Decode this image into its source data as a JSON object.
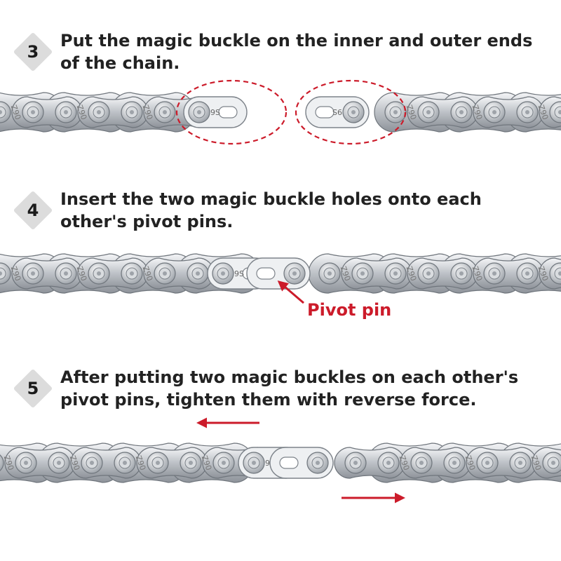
{
  "steps": [
    {
      "number": "3",
      "text": "Put the magic buckle on the inner and outer ends of the chain."
    },
    {
      "number": "4",
      "text": "Insert the two magic buckle holes onto each other's pivot pins."
    },
    {
      "number": "5",
      "text": "After putting two magic buckles on each other's pivot pins, tighten them with reverse force."
    }
  ],
  "link_marking": "Z90",
  "buckle_marking": "9S",
  "callout": {
    "label": "Pivot pin"
  },
  "colors": {
    "accent": "#cc1b2a",
    "badge": "#dcdcdc",
    "text": "#222222",
    "chain_steel": "#bfc3c8"
  }
}
